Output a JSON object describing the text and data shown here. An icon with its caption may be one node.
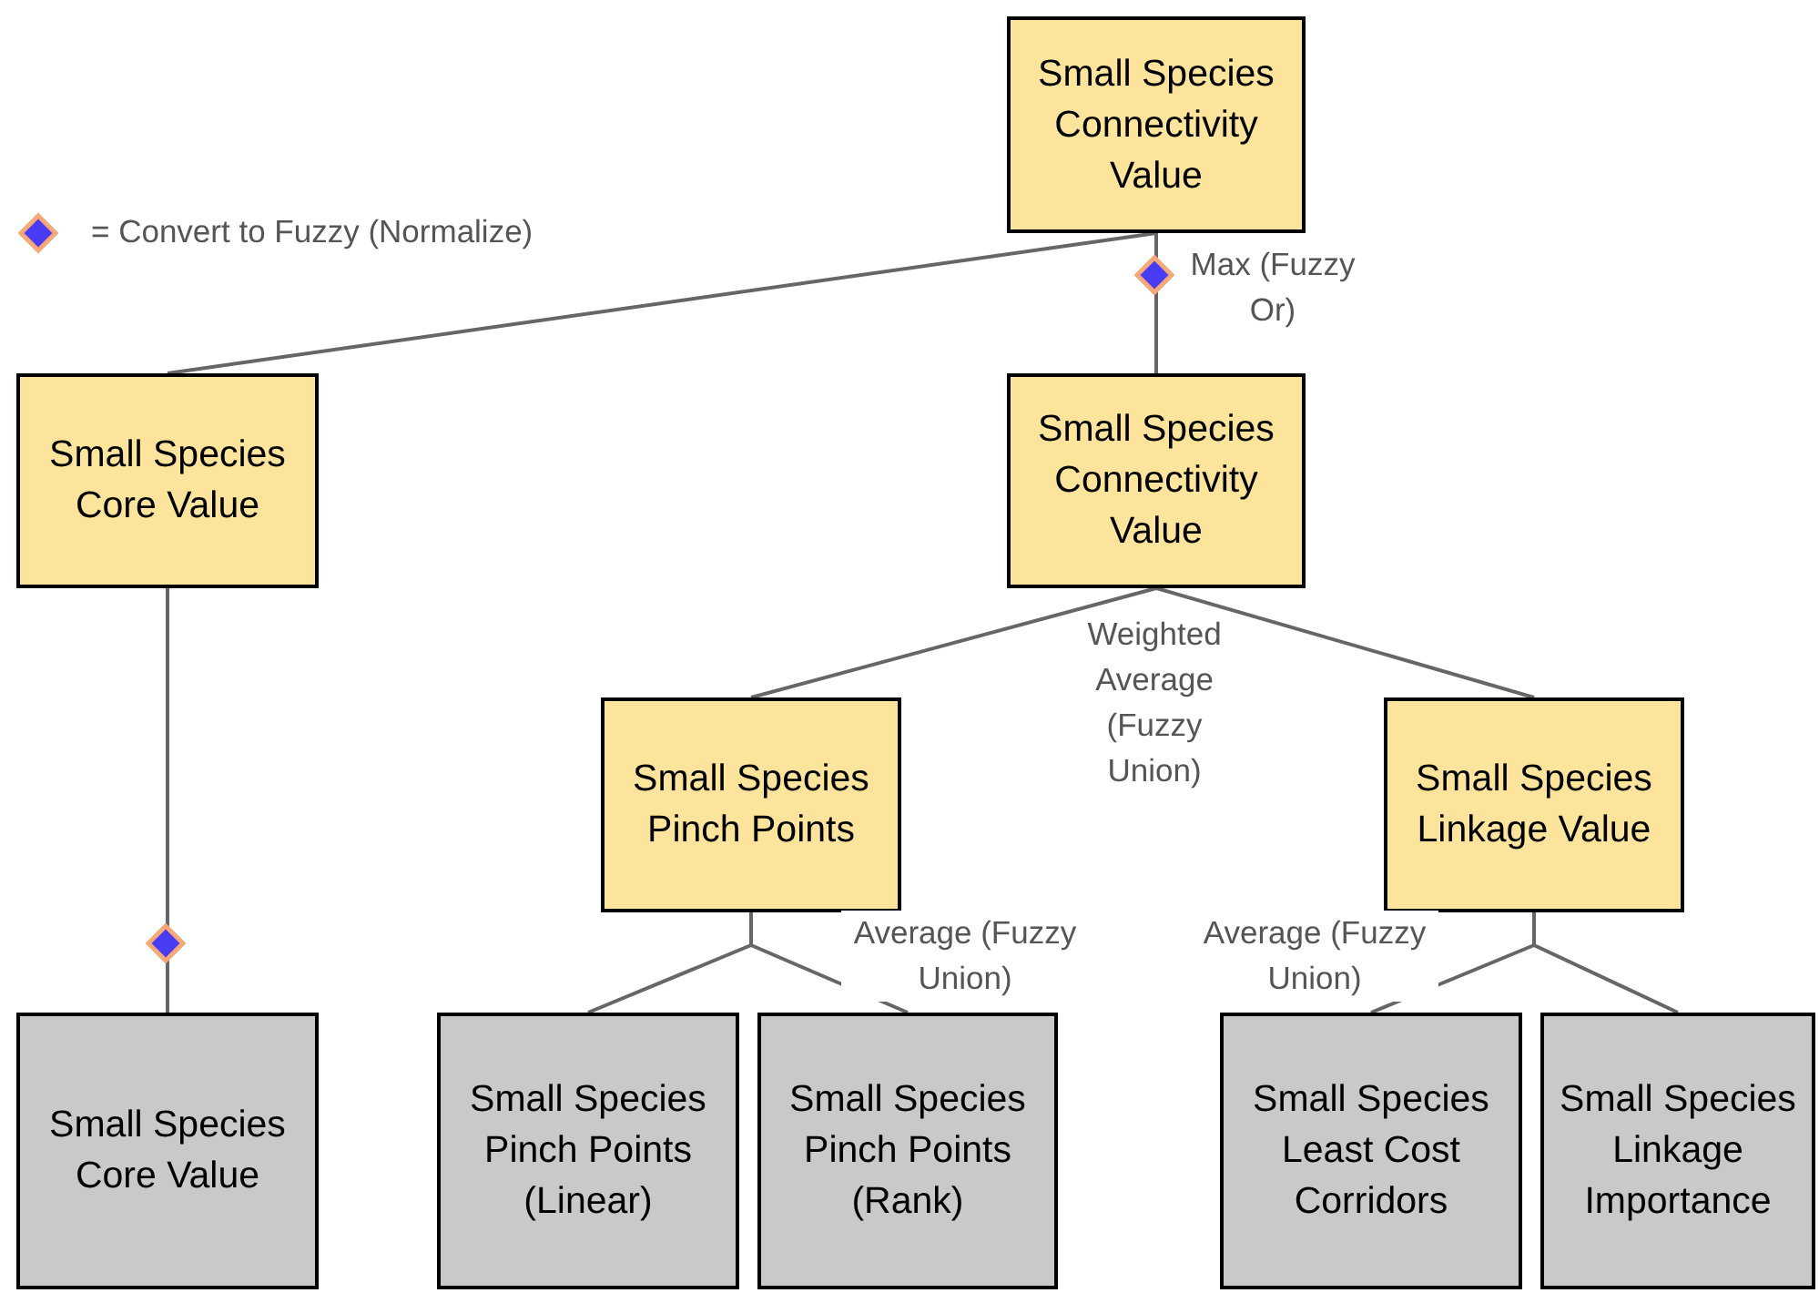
{
  "diagram": {
    "nodes": [
      {
        "text": [
          "Small Species Connectivity Value"
        ]
      },
      {
        "text": [
          "Small Species Core Value"
        ]
      },
      {
        "text": [
          "Small Species Connectivity Value"
        ]
      },
      {
        "text": [
          "Small Species Pinch Points"
        ]
      },
      {
        "text": [
          "Small Species Linkage Value"
        ]
      },
      {
        "text": [
          "Small Species Core Value"
        ]
      },
      {
        "text": [
          "Small Species Pinch Points (Linear)"
        ]
      },
      {
        "text": [
          "Small Species Pinch Points (Rank)"
        ]
      },
      {
        "text": [
          "Small Species Least Cost Corridors"
        ]
      },
      {
        "text": [
          "Small Species Linkage Importance"
        ]
      }
    ],
    "edges": [
      {
        "from": 0,
        "to": 1,
        "arrow": "none"
      },
      {
        "from": 0,
        "to": 2,
        "arrow": "none"
      },
      {
        "from": 2,
        "to": 3,
        "arrow": "none"
      },
      {
        "from": 2,
        "to": 4,
        "arrow": "none"
      },
      {
        "from": 1,
        "to": 5,
        "arrow": "none"
      },
      {
        "from": 3,
        "to": 6,
        "arrow": "none"
      },
      {
        "from": 3,
        "to": 7,
        "arrow": "none"
      },
      {
        "from": 4,
        "to": 8,
        "arrow": "none"
      },
      {
        "from": 4,
        "to": 9,
        "arrow": "none"
      }
    ],
    "labels": [
      "Max (Fuzzy Or)",
      "Weighted Average (Fuzzy Union)",
      "Average (Fuzzy Union)",
      "Average (Fuzzy Union)"
    ],
    "legend": [
      {
        "text": "= Convert to Fuzzy (Normalize)"
      }
    ]
  }
}
